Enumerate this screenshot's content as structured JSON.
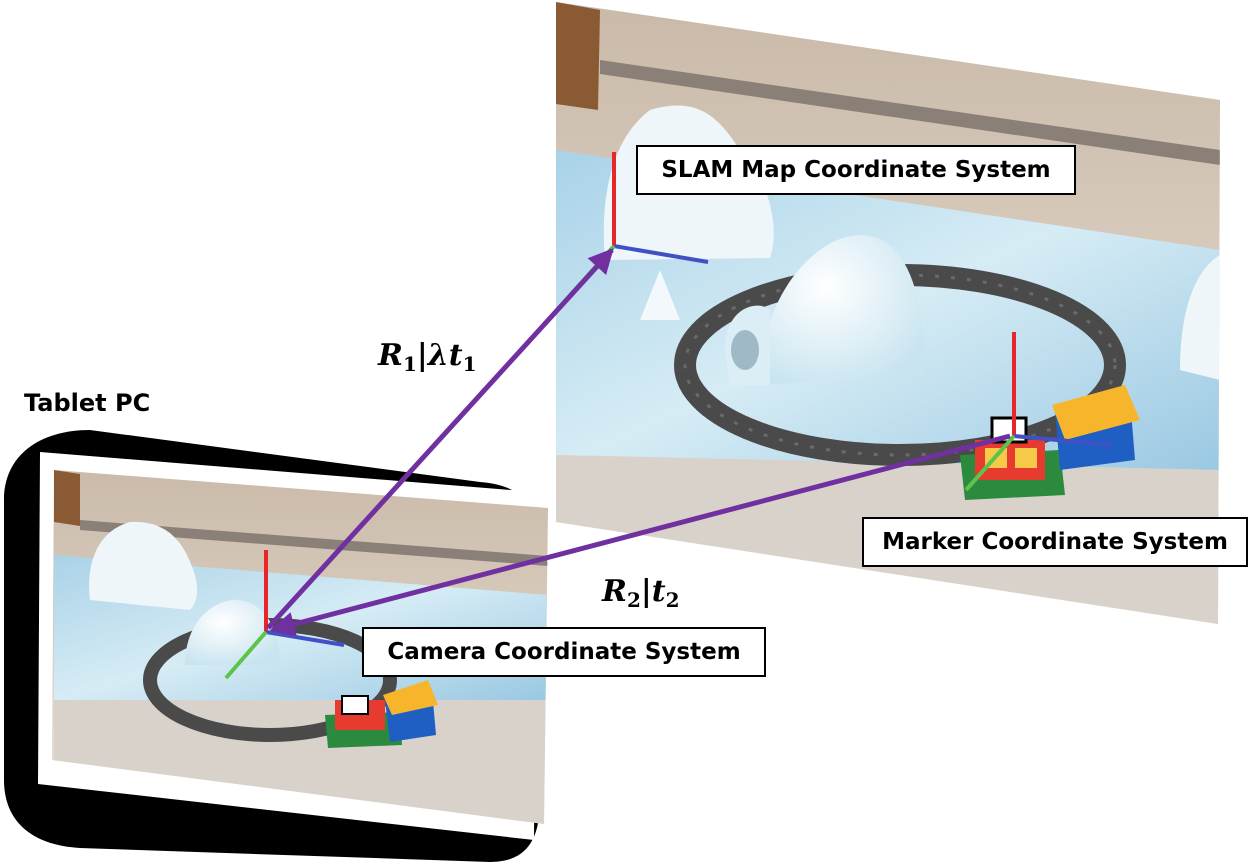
{
  "labels": {
    "slam_map": "SLAM Map Coordinate System",
    "marker": "Marker Coordinate System",
    "camera": "Camera Coordinate System",
    "tablet": "Tablet PC"
  },
  "transforms": {
    "t1": {
      "base": "R",
      "sub1": "1",
      "mid": "|λt",
      "sub2": "1"
    },
    "t2": {
      "base": "R",
      "sub1": "2",
      "mid": "|t",
      "sub2": "2"
    }
  },
  "colors": {
    "arrow": "#7030a0",
    "axis_x": "#3f51c4",
    "axis_y": "#e8262a",
    "axis_z": "#5cc44a",
    "tablet_frame": "#000000",
    "ice": "#bfdcec",
    "track": "#4a4a4a",
    "wall": "#e8ddd3"
  }
}
